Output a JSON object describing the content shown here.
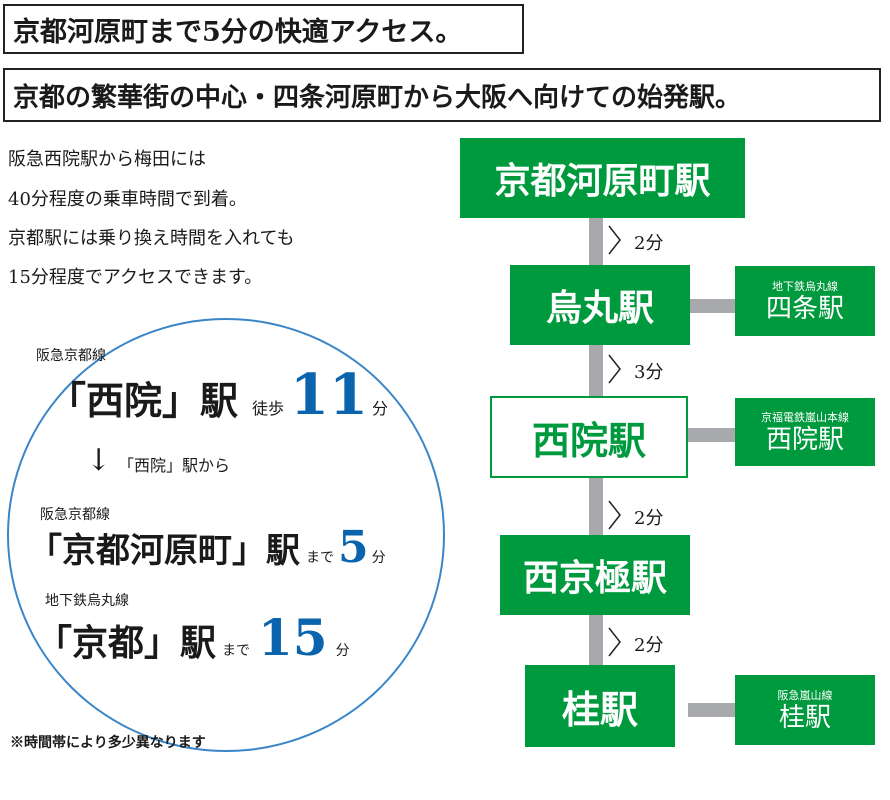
{
  "headline1": "京都河原町まで5分の快適アクセス。",
  "headline2": "京都の繁華街の中心・四条河原町から大阪へ向けての始発駅。",
  "intro": [
    "阪急西院駅から梅田には",
    "40分程度の乗車時間で到着。",
    "京都駅には乗り換え時間を入れても",
    "15分程度でアクセスできます。"
  ],
  "circle": {
    "line1": "阪急京都線",
    "station1": "「西院」駅",
    "walk_label": "徒歩",
    "walk_num": "11",
    "walk_unit": "分",
    "from_label": "「西院」駅から",
    "line2": "阪急京都線",
    "station2": "「京都河原町」駅",
    "made2": "まで",
    "num2": "5",
    "unit2": "分",
    "line3": "地下鉄烏丸線",
    "station3": "「京都」駅",
    "made3": "まで",
    "num3": "15",
    "unit3": "分"
  },
  "note": "※時間帯により多少異なります",
  "route": {
    "stations": [
      "京都河原町駅",
      "烏丸駅",
      "西院駅",
      "西京極駅",
      "桂駅"
    ],
    "times": [
      "2分",
      "3分",
      "2分",
      "2分"
    ],
    "transfers": [
      {
        "line": "地下鉄烏丸線",
        "name": "四条駅"
      },
      {
        "line": "京福電鉄嵐山本線",
        "name": "西院駅"
      },
      {
        "line": "阪急嵐山線",
        "name": "桂駅"
      }
    ]
  },
  "colors": {
    "green": "#009a3e",
    "blue": "#0a64ad",
    "gray": "#a7a9ac"
  }
}
